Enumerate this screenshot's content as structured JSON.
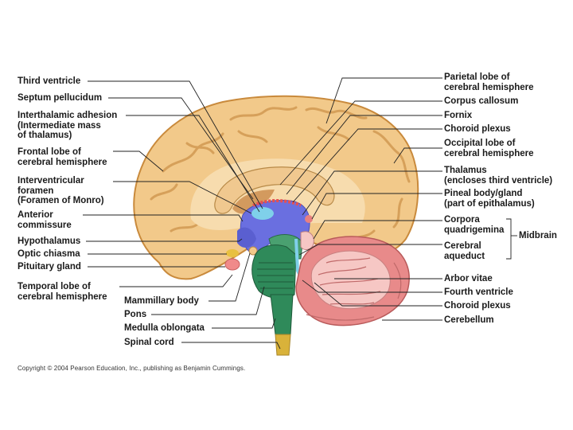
{
  "labels": {
    "left": [
      "Third ventricle",
      "Septum pellucidum",
      "Interthalamic adhesion\n(Intermediate mass\nof thalamus)",
      "Frontal lobe of\ncerebral hemisphere",
      "Interventricular\nforamen\n(Foramen of Monro)",
      "Anterior\ncommissure",
      "Hypothalamus",
      "Optic chiasma",
      "Pituitary gland",
      "Temporal lobe of\ncerebral hemisphere"
    ],
    "bottom": [
      "Mammillary body",
      "Pons",
      "Medulla oblongata",
      "Spinal cord"
    ],
    "right": [
      "Parietal lobe of\ncerebral hemisphere",
      "Corpus callosum",
      "Fornix",
      "Choroid plexus",
      "Occipital lobe of\ncerebral hemisphere",
      "Thalamus\n(encloses third ventricle)",
      "Pineal body/gland\n(part of epithalamus)",
      "Corpora\nquadrigemina",
      "Cerebral\naqueduct",
      "Arbor vitae",
      "Fourth ventricle",
      "Choroid plexus",
      "Cerebellum"
    ],
    "midbrain": "Midbrain"
  },
  "copyright": "Copyright © 2004 Pearson Education, Inc., publishing as Benjamin Cummings.",
  "colors": {
    "cortex": "#f2c98a",
    "cortex_dark": "#c98a3c",
    "corpus_callosum": "#f7dcae",
    "thalamus_blue": "#6a6fe0",
    "ventricle_blue": "#7fd0ea",
    "brainstem_green": "#2f8a5a",
    "cerebellum_pink": "#e88a8a",
    "cerebellum_light": "#f6c7c4",
    "pituitary": "#f08a8a",
    "spinal_yellow": "#d9b23a",
    "leader_line": "#222222"
  }
}
